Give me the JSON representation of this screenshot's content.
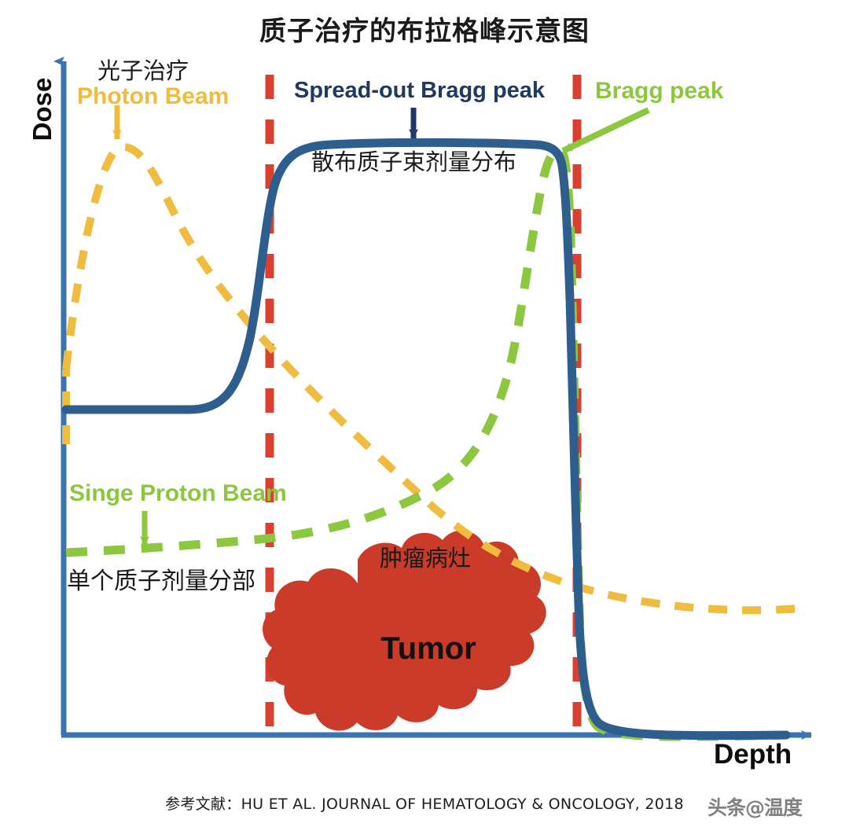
{
  "figure": {
    "title": "质子治疗的布拉格峰示意图",
    "caption": "参考文献：HU ET AL. JOURNAL OF HEMATOLOGY & ONCOLOGY, 2018",
    "watermark": "头条@温度",
    "background_color": "#ffffff"
  },
  "axes": {
    "y_label": "Dose",
    "x_label": "Depth",
    "axis_color": "#3c72b0"
  },
  "labels": {
    "photon_cn": "光子治疗",
    "photon_en": "Photon Beam",
    "sobp_en": "Spread-out Bragg peak",
    "sobp_cn": "散布质子束剂量分布",
    "bragg_en": "Bragg peak",
    "single_en": "Singe Proton Beam",
    "single_cn": "单个质子剂量分部",
    "tumor_cn": "肿瘤病灶",
    "tumor_en": "Tumor"
  },
  "colors": {
    "photon": "#EFBC3F",
    "sobp": "#2E5E8E",
    "bragg": "#8DC63F",
    "tumor": "#CB3B2A",
    "marker_line": "#D94030",
    "axis": "#3c72b0",
    "title_text": "#1a1a1a",
    "sobp_text": "#1F3864"
  },
  "chart_data": {
    "type": "line",
    "title": "质子治疗的布拉格峰示意图",
    "xlabel": "Depth",
    "ylabel": "Dose",
    "xlim": [
      0,
      100
    ],
    "ylim": [
      0,
      100
    ],
    "grid": false,
    "legend": "annotations",
    "annotations": [
      {
        "text": "Photon Beam",
        "color": "#EFBC3F",
        "points_to": "photon-curve-peak"
      },
      {
        "text": "Spread-out Bragg peak",
        "color": "#1F3864",
        "points_to": "sobp-plateau"
      },
      {
        "text": "Bragg peak",
        "color": "#8DC63F",
        "points_to": "bragg-peak-apex"
      },
      {
        "text": "Singe Proton Beam",
        "color": "#8DC63F",
        "points_to": "bragg-entrance-plateau"
      },
      {
        "text": "Tumor",
        "color": "#CB3B2A",
        "points_to": "tumor-region"
      }
    ],
    "tumor_region_x": [
      28,
      70
    ],
    "series": [
      {
        "name": "Photon Beam",
        "color": "#EFBC3F",
        "style": "dashed",
        "x": [
          0,
          2,
          5,
          8,
          12,
          18,
          25,
          32,
          40,
          50,
          60,
          70,
          80,
          90,
          100
        ],
        "y": [
          45,
          72,
          85,
          88,
          85,
          76,
          66,
          57,
          48,
          38,
          30,
          24,
          20,
          17,
          15
        ]
      },
      {
        "name": "Spread-out Bragg peak",
        "color": "#2E5E8E",
        "style": "solid",
        "x": [
          0,
          10,
          18,
          22,
          26,
          29,
          32,
          40,
          50,
          60,
          66,
          69,
          70,
          71,
          72,
          74,
          78,
          85,
          100
        ],
        "y": [
          48,
          48,
          49,
          54,
          70,
          86,
          92,
          94,
          94,
          94,
          94,
          93,
          88,
          60,
          25,
          6,
          2,
          1,
          1
        ]
      },
      {
        "name": "Singe Proton Beam",
        "color": "#8DC63F",
        "style": "dashed",
        "x": [
          0,
          10,
          20,
          30,
          40,
          50,
          55,
          60,
          63,
          65,
          66,
          67,
          68,
          69,
          70,
          71,
          72,
          74,
          78,
          85,
          100
        ],
        "y": [
          22,
          22,
          24,
          27,
          31,
          38,
          44,
          55,
          66,
          78,
          86,
          92,
          95,
          96,
          90,
          62,
          26,
          6,
          2,
          1,
          1
        ]
      }
    ]
  }
}
